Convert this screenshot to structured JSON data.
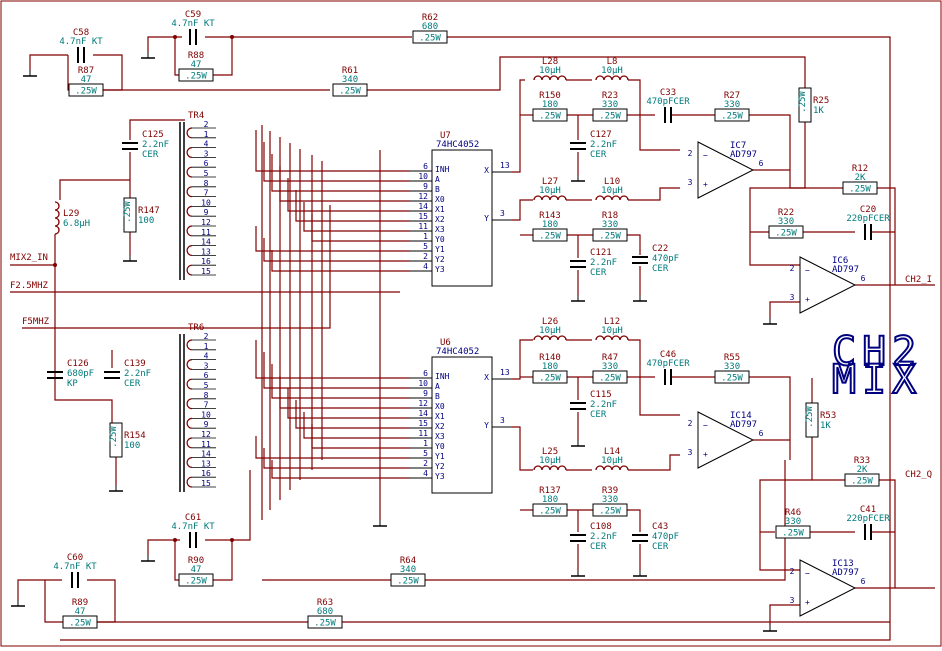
{
  "title": "CH2 MIX",
  "title_lines": [
    "CH2",
    "MIX"
  ],
  "nets": {
    "mix_in": "MIX2_IN",
    "f25": "F2.5MHZ",
    "f5": "F5MHZ",
    "out_i": "CH2_I",
    "out_q": "CH2_Q"
  },
  "colors": {
    "wire": "#800000",
    "value": "#007a7a",
    "ic": "#000080",
    "body": "#000000"
  },
  "res_box": ".25W",
  "resistors": [
    {
      "ref": "R62",
      "val": "680"
    },
    {
      "ref": "R88",
      "val": "47"
    },
    {
      "ref": "R87",
      "val": "47"
    },
    {
      "ref": "R61",
      "val": "340"
    },
    {
      "ref": "R150",
      "val": "180"
    },
    {
      "ref": "R23",
      "val": "330"
    },
    {
      "ref": "R27",
      "val": "330"
    },
    {
      "ref": "R25",
      "val": "1K"
    },
    {
      "ref": "R143",
      "val": "180"
    },
    {
      "ref": "R18",
      "val": "330"
    },
    {
      "ref": "R12",
      "val": "2K"
    },
    {
      "ref": "R22",
      "val": "330"
    },
    {
      "ref": "R147",
      "val": "100"
    },
    {
      "ref": "R154",
      "val": "100"
    },
    {
      "ref": "R140",
      "val": "180"
    },
    {
      "ref": "R47",
      "val": "330"
    },
    {
      "ref": "R55",
      "val": "330"
    },
    {
      "ref": "R53",
      "val": "1K"
    },
    {
      "ref": "R137",
      "val": "180"
    },
    {
      "ref": "R39",
      "val": "330"
    },
    {
      "ref": "R33",
      "val": "2K"
    },
    {
      "ref": "R46",
      "val": "330"
    },
    {
      "ref": "R90",
      "val": "47"
    },
    {
      "ref": "R64",
      "val": "340"
    },
    {
      "ref": "R89",
      "val": "47"
    },
    {
      "ref": "R63",
      "val": "680"
    }
  ],
  "capacitors": [
    {
      "ref": "C58",
      "val": "4.7nF KT"
    },
    {
      "ref": "C59",
      "val": "4.7nF KT"
    },
    {
      "ref": "C125",
      "val": "2.2nF",
      "val2": "CER"
    },
    {
      "ref": "C33",
      "val": "470pFCER"
    },
    {
      "ref": "C127",
      "val": "2.2nF",
      "val2": "CER"
    },
    {
      "ref": "C20",
      "val": "220pFCER"
    },
    {
      "ref": "C121",
      "val": "2.2nF",
      "val2": "CER"
    },
    {
      "ref": "C22",
      "val": "470pF",
      "val2": "CER"
    },
    {
      "ref": "C126",
      "val": "680pF",
      "val2": "KP"
    },
    {
      "ref": "C139",
      "val": "2.2nF",
      "val2": "CER"
    },
    {
      "ref": "C46",
      "val": "470pFCER"
    },
    {
      "ref": "C115",
      "val": "2.2nF",
      "val2": "CER"
    },
    {
      "ref": "C41",
      "val": "220pFCER"
    },
    {
      "ref": "C108",
      "val": "2.2nF",
      "val2": "CER"
    },
    {
      "ref": "C43",
      "val": "470pF",
      "val2": "CER"
    },
    {
      "ref": "C61",
      "val": "4.7nF KT"
    },
    {
      "ref": "C60",
      "val": "4.7nF KT"
    }
  ],
  "inductors": [
    {
      "ref": "L29",
      "val": "6.8µH"
    },
    {
      "ref": "L28",
      "val": "10µH"
    },
    {
      "ref": "L8",
      "val": "10µH"
    },
    {
      "ref": "L27",
      "val": "10µH"
    },
    {
      "ref": "L10",
      "val": "10µH"
    },
    {
      "ref": "L26",
      "val": "10µH"
    },
    {
      "ref": "L12",
      "val": "10µH"
    },
    {
      "ref": "L25",
      "val": "10µH"
    },
    {
      "ref": "L14",
      "val": "10µH"
    }
  ],
  "muxes": [
    {
      "ref": "U7",
      "part": "74HC4052",
      "pins_left": [
        "INH",
        "A",
        "B",
        "X0",
        "X1",
        "X2",
        "X3",
        "Y0",
        "Y1",
        "Y2",
        "Y3"
      ],
      "pins_right": [
        "X",
        "Y"
      ],
      "nums_left": [
        "6",
        "10",
        "9",
        "12",
        "14",
        "15",
        "11",
        "1",
        "5",
        "2",
        "4"
      ],
      "nums_right": [
        "13",
        "3"
      ]
    },
    {
      "ref": "U6",
      "part": "74HC4052",
      "pins_left": [
        "INH",
        "A",
        "B",
        "X0",
        "X1",
        "X2",
        "X3",
        "Y0",
        "Y1",
        "Y2",
        "Y3"
      ],
      "pins_right": [
        "X",
        "Y"
      ],
      "nums_left": [
        "6",
        "10",
        "9",
        "12",
        "14",
        "15",
        "11",
        "1",
        "5",
        "2",
        "4"
      ],
      "nums_right": [
        "13",
        "3"
      ]
    }
  ],
  "opamps": [
    {
      "ref": "IC7",
      "part": "AD797",
      "pins": [
        "2",
        "3",
        "6"
      ]
    },
    {
      "ref": "IC6",
      "part": "AD797",
      "pins": [
        "2",
        "3",
        "6"
      ]
    },
    {
      "ref": "IC14",
      "part": "AD797",
      "pins": [
        "2",
        "3",
        "6"
      ]
    },
    {
      "ref": "IC13",
      "part": "AD797",
      "pins": [
        "2",
        "3",
        "6"
      ]
    }
  ],
  "transformers": [
    {
      "ref": "TR4",
      "pins": [
        "2",
        "1",
        "4",
        "3",
        "6",
        "5",
        "8",
        "7",
        "10",
        "9",
        "12",
        "11",
        "14",
        "13",
        "16",
        "15"
      ]
    },
    {
      "ref": "TR6",
      "pins": [
        "2",
        "1",
        "4",
        "3",
        "6",
        "5",
        "8",
        "7",
        "10",
        "9",
        "12",
        "11",
        "14",
        "13",
        "16",
        "15"
      ]
    }
  ]
}
